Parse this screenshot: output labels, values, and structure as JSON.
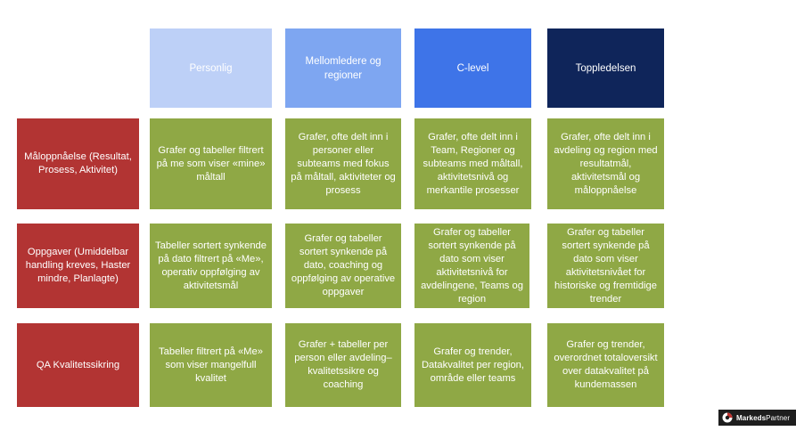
{
  "headers": [
    "Personlig",
    "Mellomledere og regioner",
    "C-level",
    "Toppledelsen"
  ],
  "rows": [
    {
      "label": "Måloppnåelse (Resultat, Prosess, Aktivitet)",
      "cells": [
        "Grafer og tabeller filtrert på me som viser «mine» måltall",
        "Grafer, ofte delt inn i personer eller subteams med fokus på måltall, aktiviteter og prosess",
        "Grafer, ofte delt inn i Team, Regioner og subteams med måltall, aktivitetsnivå og merkantile prosesser",
        "Grafer, ofte delt inn i avdeling og region med resultatmål, aktivitetsmål og måloppnåelse"
      ]
    },
    {
      "label": "Oppgaver (Umiddelbar handling kreves, Haster mindre, Planlagte)",
      "cells": [
        "Tabeller sortert synkende på dato filtrert på «Me», operativ oppfølging av aktivitetsmål",
        "Grafer og tabeller sortert synkende på dato, coaching og oppfølging av operative oppgaver",
        "Grafer og tabeller sortert synkende på dato som viser aktivitetsnivå for avdelingene, Teams og region",
        "Grafer og tabeller sortert synkende på dato som viser aktivitetsnivået for historiske og fremtidige trender"
      ]
    },
    {
      "label": "QA Kvalitetssikring",
      "cells": [
        "Tabeller filtrert på «Me» som viser mangelfull kvalitet",
        "Grafer + tabeller per person eller avdeling– kvalitetssikre og coaching",
        "Grafer og trender, Datakvalitet per region, område eller teams",
        "Grafer og trender, overordnet totaloversikt over datakvalitet på kundemassen"
      ]
    }
  ],
  "logo": {
    "bold": "Markeds",
    "regular": "Partner",
    "icon": "markedspartner-logo-icon"
  }
}
